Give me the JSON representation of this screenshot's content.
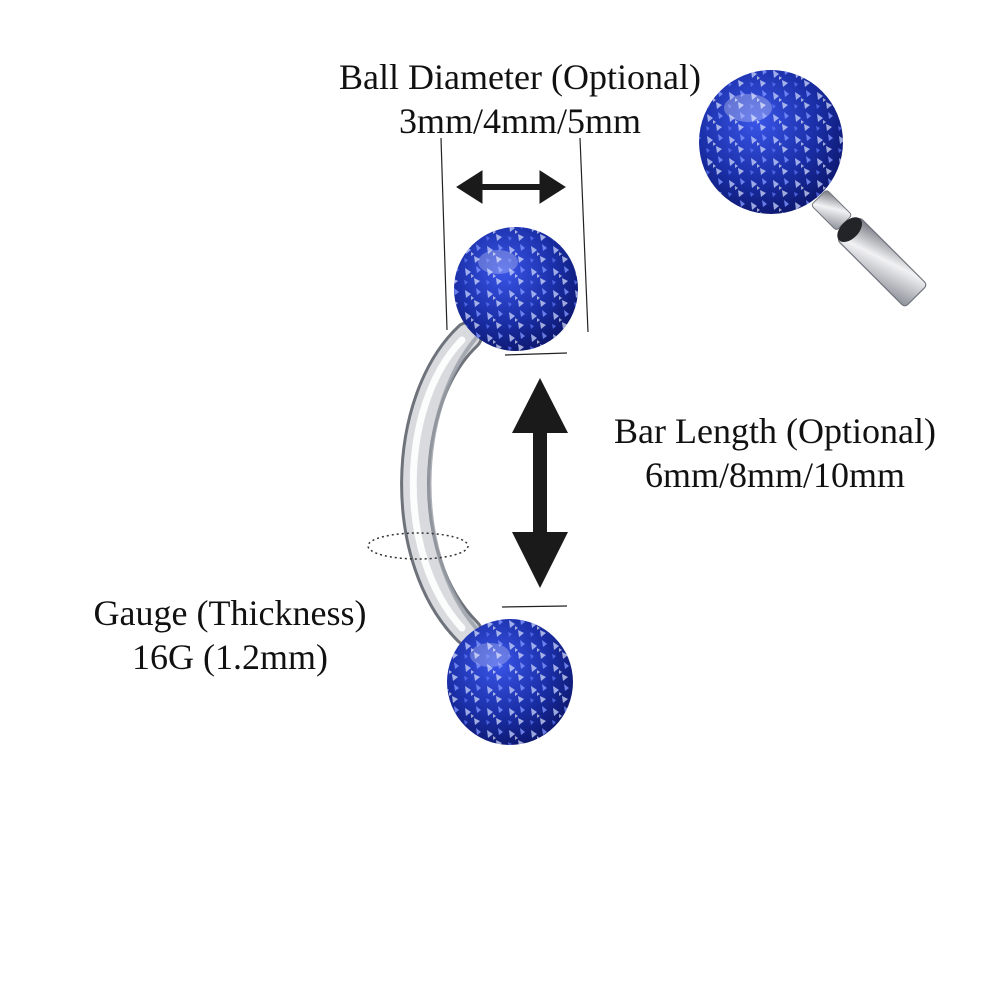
{
  "labels": {
    "ball_diameter": {
      "title": "Ball Diameter (Optional)",
      "options": "3mm/4mm/5mm"
    },
    "bar_length": {
      "title": "Bar Length (Optional)",
      "options": "6mm/8mm/10mm"
    },
    "gauge": {
      "title": "Gauge (Thickness)",
      "value": "16G (1.2mm)"
    }
  },
  "colors": {
    "ball_blue": "#1a2fa8",
    "ball_dark": "#0a1260",
    "ball_highlight": "#aabaff",
    "steel_light": "#f4f4f6",
    "steel_mid": "#c9ccd2",
    "steel_dark": "#7b7f88",
    "arrow": "#1a1a1a",
    "text": "#111111"
  }
}
